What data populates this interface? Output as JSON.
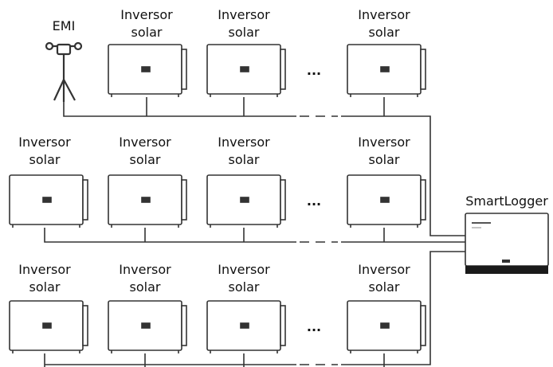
{
  "emi_label": "EMI",
  "inverter_label_line1": "Inversor",
  "inverter_label_line2": "solar",
  "ellipsis": "...",
  "smartlogger_label": "SmartLogger",
  "rows": [
    {
      "columns": [
        "inverter",
        "inverter",
        "inverter"
      ],
      "has_emi": true
    },
    {
      "columns": [
        "inverter",
        "inverter",
        "inverter",
        "inverter"
      ],
      "has_emi": false
    },
    {
      "columns": [
        "inverter",
        "inverter",
        "inverter",
        "inverter"
      ],
      "has_emi": false
    }
  ],
  "colors": {
    "stroke": "#333333",
    "device_fill": "#ffffff",
    "screen_dark": "#1a1a1a"
  }
}
